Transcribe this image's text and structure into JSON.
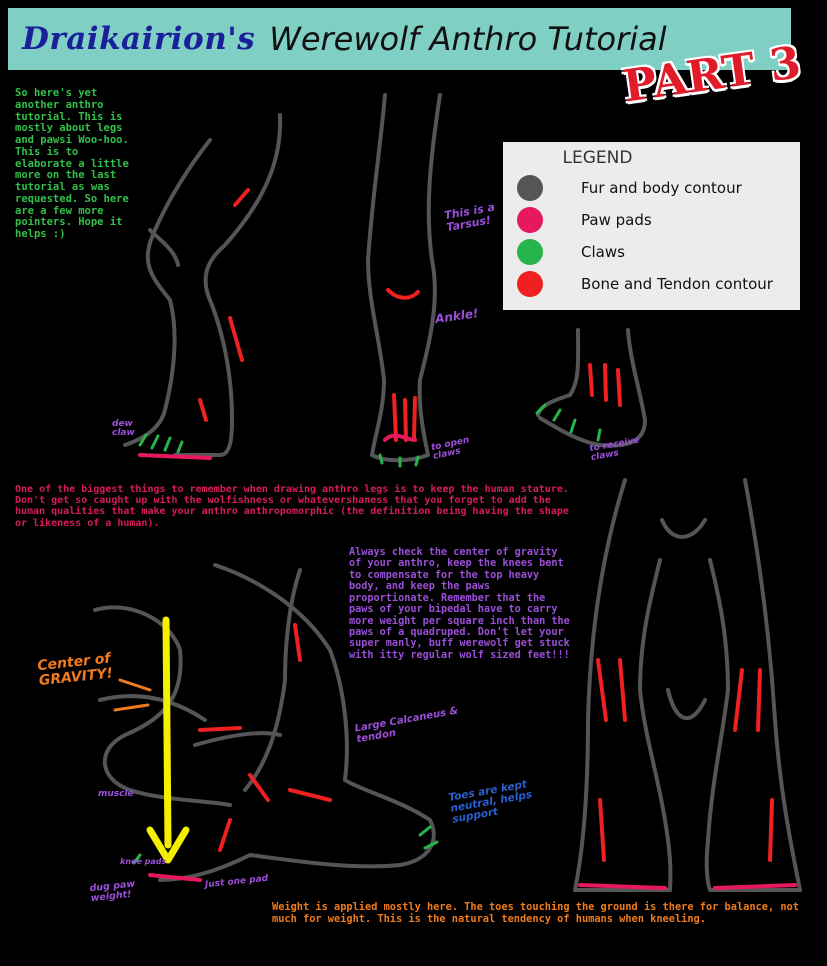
{
  "header": {
    "artist": "Draikairion's",
    "title": "Werewolf Anthro Tutorial",
    "part": "PART 3"
  },
  "legend": {
    "title": "LEGEND",
    "items": [
      {
        "label": "Fur and body contour",
        "color": "#555558"
      },
      {
        "label": "Paw pads",
        "color": "#e8185e"
      },
      {
        "label": "Claws",
        "color": "#27b44a"
      },
      {
        "label": "Bone and Tendon contour",
        "color": "#ee2020"
      }
    ]
  },
  "notes": {
    "intro": "So here's yet another anthro tutorial. This is mostly about legs and pawsi Woo-hoo. This is to elaborate a little more on the last tutorial as was requested. So here are a few more pointers. Hope it helps :)",
    "keep_stature": "One of the biggest things to remember when drawing anthro legs is to keep the human stature. Don't get so caught up with the wolfishness or whatevershaness that you forget to add the human qualities that make your anthro anthropomorphic (the definition being having the shape or likeness of a human).",
    "center_of_gravity": "Always check the center of gravity of your anthro, keep the knees bent to compensate for the top heavy body, and keep the paws proportionate. Remember that the paws of your bipedal have to carry more weight per square inch than the paws of a quadruped. Don't let your super manly, buff werewolf get stuck with itty regular wolf sized feet!!!",
    "weight": "Weight is applied mostly here. The toes touching the ground is there for balance, not much for weight. This is the natural tendency of humans when kneeling."
  },
  "annotations": {
    "tarsus": "This is a Tarsus!",
    "ankle": "Ankle!",
    "dewclaw": "dew claw",
    "claws_out": "to open claws",
    "toe_claws": "to receive claws",
    "center": "Center of GRAVITY!",
    "tendon": "Large Calcaneus & tendon",
    "tarsals": "Toes are kept neutral, helps support",
    "muscle": "muscle",
    "pads_weight": "dug paw weight!",
    "toes": "knee pads",
    "ground": "Just one pad"
  },
  "colors": {
    "banner": "#7fcfc4",
    "part": "#e01b2a",
    "fur": "#555558",
    "pads": "#e8185e",
    "claws": "#27b44a",
    "bone": "#ee2020",
    "gravity": "#f5f000"
  }
}
